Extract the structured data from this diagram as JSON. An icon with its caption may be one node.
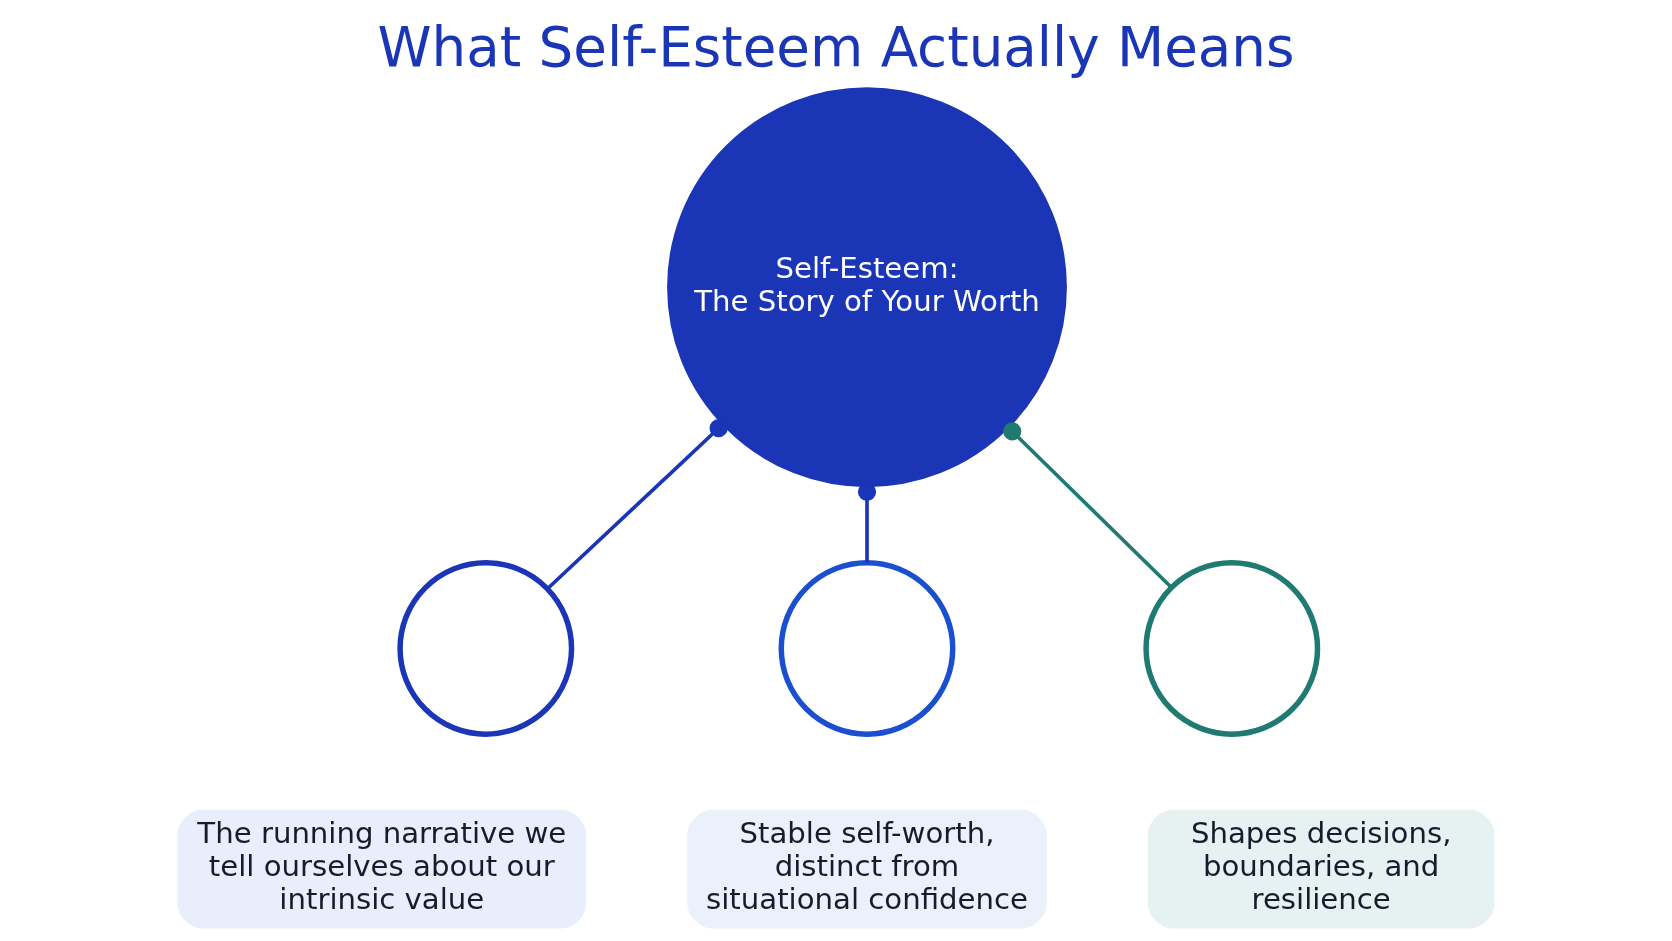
{
  "diagram": {
    "title": "What Self-Esteem Actually Means",
    "nodes": [
      {
        "text": [
          "Self-Esteem:",
          "The Story of Your Worth"
        ]
      },
      {
        "text": [],
        "shape": "circle"
      },
      {
        "text": [
          "The running narrative we tell ourselves about our intrinsic value"
        ]
      },
      {
        "text": [],
        "shape": "circle"
      },
      {
        "text": [
          "Stable self-worth, distinct from situational confidence"
        ]
      },
      {
        "text": [],
        "shape": "circle"
      },
      {
        "text": [
          "Shapes decisions, boundaries, and resilience"
        ]
      }
    ],
    "edges": [
      {
        "from": 0,
        "to": 1,
        "arrow": "other"
      },
      {
        "from": 0,
        "to": 3,
        "arrow": "other"
      },
      {
        "from": 0,
        "to": 5,
        "arrow": "other",
        "color": "#1f7a72"
      }
    ]
  }
}
